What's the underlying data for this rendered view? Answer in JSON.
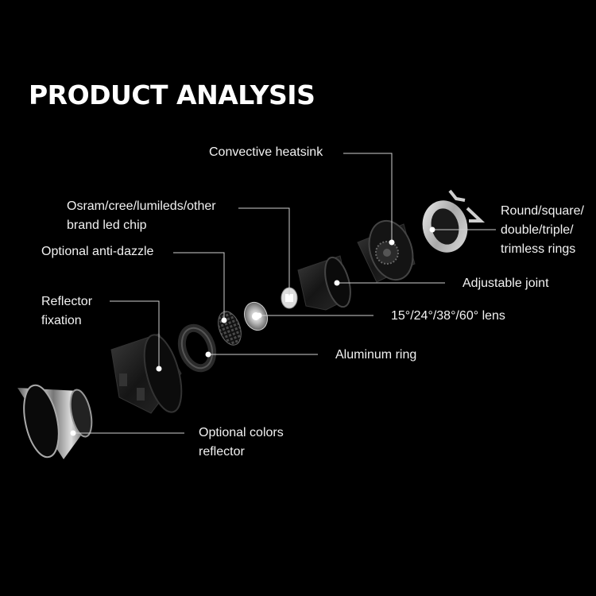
{
  "title": "PRODUCT ANALYSIS",
  "labels": {
    "heatsink": "Convective heatsink",
    "chip_line1": "Osram/cree/lumileds/other",
    "chip_line2": "brand led chip",
    "antidazzle": "Optional anti-dazzle",
    "fixation_line1": "Reflector",
    "fixation_line2": "fixation",
    "rings_line1": "Round/square/",
    "rings_line2": "double/triple/",
    "rings_line3": "trimless rings",
    "joint": "Adjustable joint",
    "lens": "15°/24°/38°/60° lens",
    "aluminum": "Aluminum ring",
    "reflector_line1": "Optional colors",
    "reflector_line2": "reflector"
  },
  "colors": {
    "background": "#000000",
    "text": "#f2f2f2",
    "leader": "#d0d0d0",
    "part_dark": "#1a1a1a",
    "part_silver": "#bfbfbf"
  }
}
